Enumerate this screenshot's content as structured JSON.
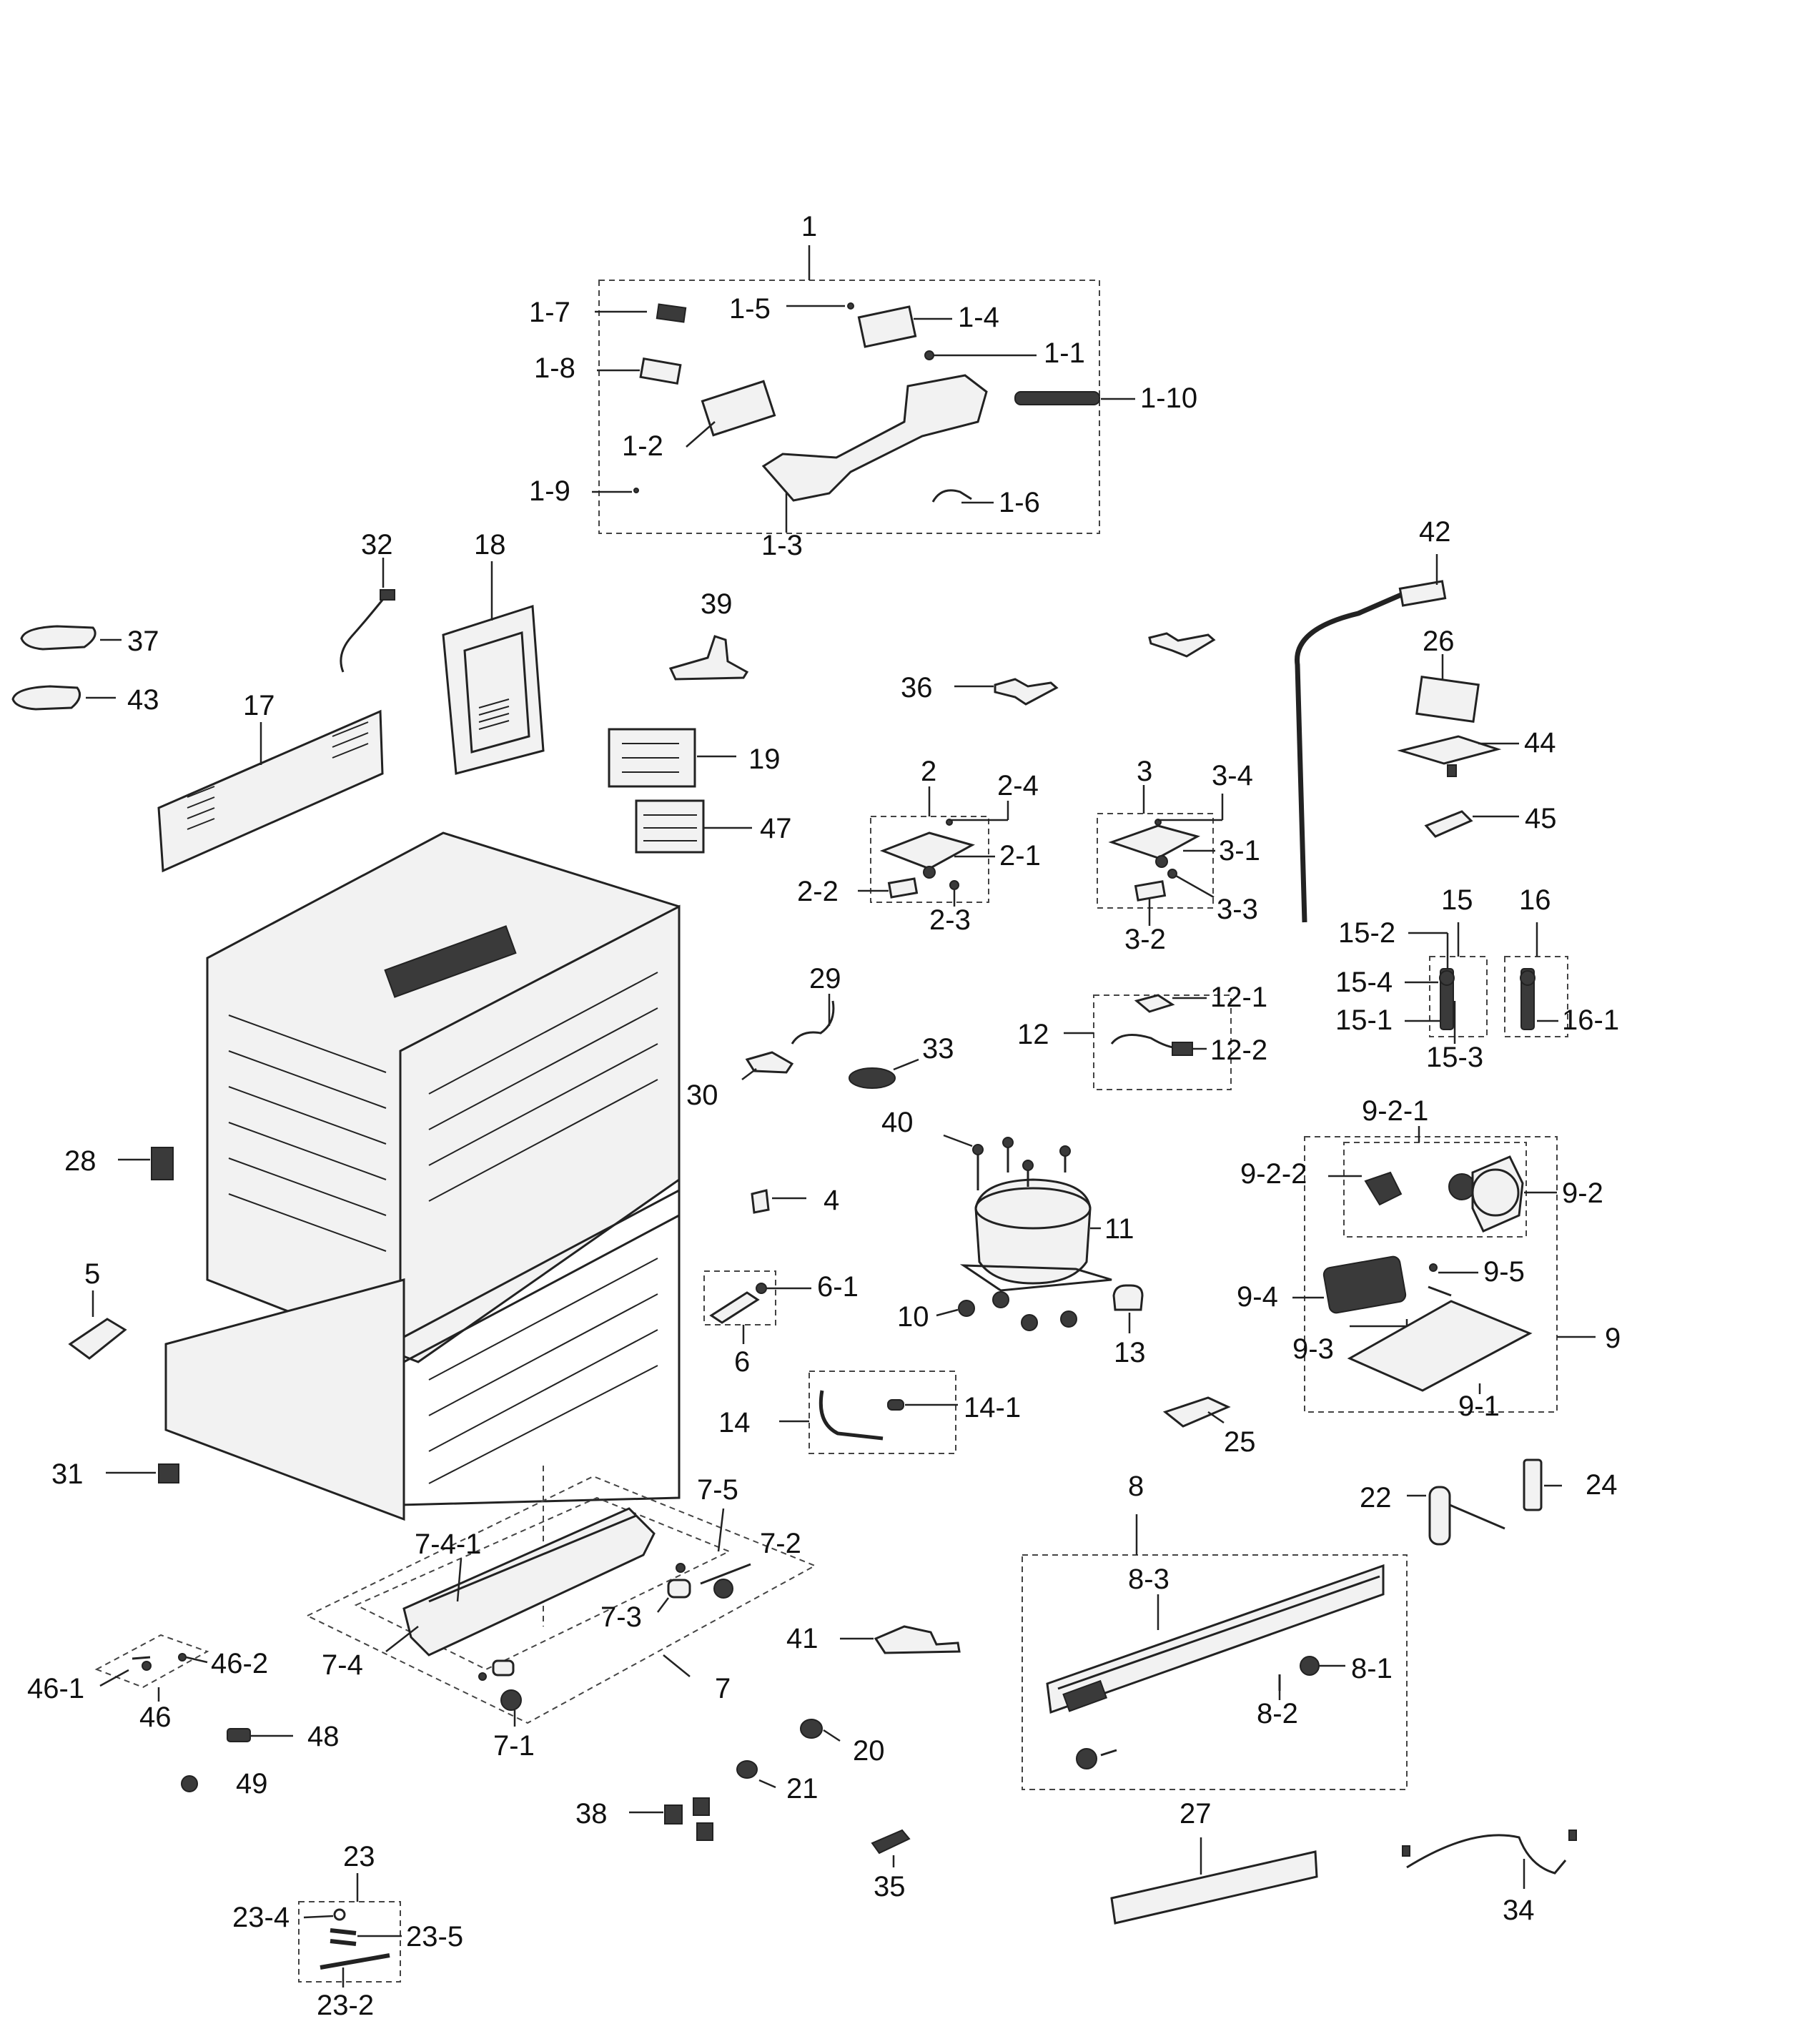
{
  "labels": {
    "p1": "1",
    "p1_1": "1-1",
    "p1_2": "1-2",
    "p1_3": "1-3",
    "p1_4": "1-4",
    "p1_5": "1-5",
    "p1_6": "1-6",
    "p1_7": "1-7",
    "p1_8": "1-8",
    "p1_9": "1-9",
    "p1_10": "1-10",
    "p2": "2",
    "p2_1": "2-1",
    "p2_2": "2-2",
    "p2_3": "2-3",
    "p2_4": "2-4",
    "p3": "3",
    "p3_1": "3-1",
    "p3_2": "3-2",
    "p3_3": "3-3",
    "p3_4": "3-4",
    "p4": "4",
    "p5": "5",
    "p6": "6",
    "p6_1": "6-1",
    "p7": "7",
    "p7_1": "7-1",
    "p7_2": "7-2",
    "p7_3": "7-3",
    "p7_4": "7-4",
    "p7_4_1": "7-4-1",
    "p7_5": "7-5",
    "p8": "8",
    "p8_1": "8-1",
    "p8_2": "8-2",
    "p8_3": "8-3",
    "p9": "9",
    "p9_1": "9-1",
    "p9_2": "9-2",
    "p9_2_1": "9-2-1",
    "p9_2_2": "9-2-2",
    "p9_3": "9-3",
    "p9_4": "9-4",
    "p9_5": "9-5",
    "p10": "10",
    "p11": "11",
    "p12": "12",
    "p12_1": "12-1",
    "p12_2": "12-2",
    "p13": "13",
    "p14": "14",
    "p14_1": "14-1",
    "p15": "15",
    "p15_1": "15-1",
    "p15_2": "15-2",
    "p15_3": "15-3",
    "p15_4": "15-4",
    "p16": "16",
    "p16_1": "16-1",
    "p17": "17",
    "p18": "18",
    "p19": "19",
    "p20": "20",
    "p21": "21",
    "p22": "22",
    "p23": "23",
    "p23_2": "23-2",
    "p23_4": "23-4",
    "p23_5": "23-5",
    "p24": "24",
    "p25": "25",
    "p26": "26",
    "p27": "27",
    "p28": "28",
    "p29": "29",
    "p30": "30",
    "p31": "31",
    "p32": "32",
    "p33": "33",
    "p34": "34",
    "p35": "35",
    "p36": "36",
    "p37": "37",
    "p38": "38",
    "p39": "39",
    "p40": "40",
    "p41": "41",
    "p42": "42",
    "p43": "43",
    "p44": "44",
    "p45": "45",
    "p46": "46",
    "p46_1": "46-1",
    "p46_2": "46-2",
    "p47": "47",
    "p48": "48",
    "p49": "49"
  }
}
